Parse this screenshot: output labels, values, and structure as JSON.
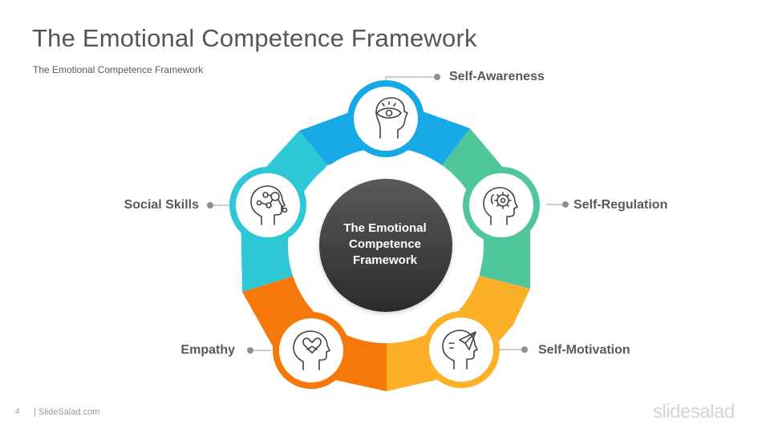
{
  "slide": {
    "title": "The Emotional Competence Framework",
    "subtitle": "The Emotional Competence Framework"
  },
  "center": {
    "lines": [
      "The Emotional",
      "Competence",
      "Framework"
    ],
    "color_top": "#5a5a5a",
    "color_bottom": "#2b2b2b"
  },
  "segments": [
    {
      "label": "Self-Awareness",
      "color": "#17a9e6",
      "icon": "head-eye-icon"
    },
    {
      "label": "Self-Regulation",
      "color": "#4fc79a",
      "icon": "head-gear-icon"
    },
    {
      "label": "Self-Motivation",
      "color": "#fbb027",
      "icon": "head-paper-plane-icon"
    },
    {
      "label": "Empathy",
      "color": "#f7780a",
      "icon": "head-heart-hands-icon"
    },
    {
      "label": "Social Skills",
      "color": "#2ec7d6",
      "icon": "head-network-icon"
    }
  ],
  "footer": {
    "page_number": "4",
    "site": "| SlideSalad.com",
    "logo": "slidesalad"
  }
}
